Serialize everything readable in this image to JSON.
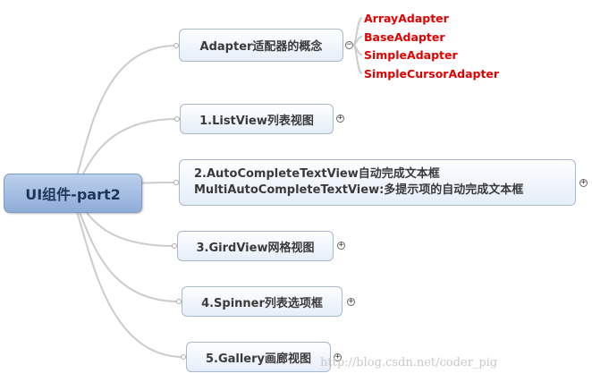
{
  "root": {
    "label": "UI组件-part2"
  },
  "nodes": [
    {
      "id": "adapter",
      "label": "Adapter适配器的概念",
      "expanded": true,
      "children": [
        "ArrayAdapter",
        "BaseAdapter",
        "SimpleAdapter",
        "SimpleCursorAdapter"
      ]
    },
    {
      "id": "listview",
      "label": "1.ListView列表视图",
      "expanded": false
    },
    {
      "id": "autocomplete",
      "lines": [
        "2.AutoCompleteTextView自动完成文本框",
        "MultiAutoCompleteTextView:多提示项的自动完成文本框"
      ],
      "expanded": false
    },
    {
      "id": "gridview",
      "label": "3.GirdView网格视图",
      "expanded": false
    },
    {
      "id": "spinner",
      "label": "4.Spinner列表选项框",
      "expanded": false
    },
    {
      "id": "gallery",
      "label": "5.Gallery画廊视图",
      "expanded": false
    }
  ],
  "toggle_symbols": {
    "collapse": "−",
    "expand": "+"
  },
  "watermark": "http://blog.csdn.net/coder_pig",
  "colors": {
    "leaf": "#e00000",
    "link": "#cccccc",
    "root_fill": "#8eacd8",
    "node_border": "#a9b8cc"
  }
}
